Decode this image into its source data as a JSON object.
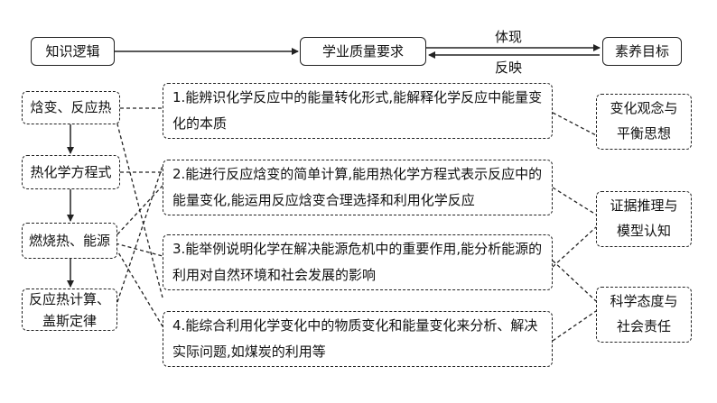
{
  "top_row": {
    "knowledge_logic": "知识逻辑",
    "quality_requirements": "学业质量要求",
    "literacy_goals": "素养目标",
    "embody": "体现",
    "reflect": "反映"
  },
  "knowledge_items": [
    "焓变、反应热",
    "热化学方程式",
    "燃烧热、能源",
    "反应热计算、盖斯定律"
  ],
  "requirements": [
    "1.能辨识化学反应中的能量转化形式,能解释化学反应中能量变化的本质",
    "2.能进行反应焓变的简单计算,能用热化学方程式表示反应中的能量变化,能运用反应焓变合理选择和利用化学反应",
    "3.能举例说明化学在解决能源危机中的重要作用,能分析能源的利用对自然环境和社会发展的影响",
    "4.能综合利用化学变化中的物质变化和能量变化来分析、解决实际问题,如煤炭的利用等"
  ],
  "literacy_items": [
    "变化观念与平衡思想",
    "证据推理与模型认知",
    "科学态度与社会责任"
  ]
}
